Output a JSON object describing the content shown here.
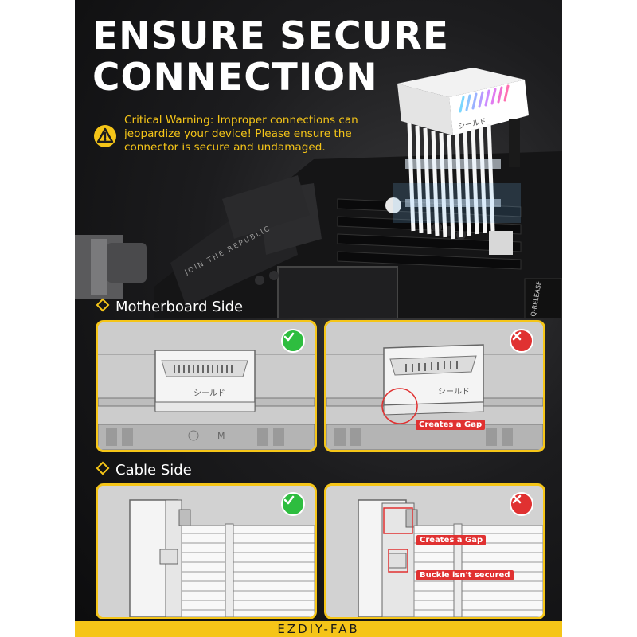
{
  "header": {
    "title_line1": "ENSURE SECURE",
    "title_line2": "CONNECTION",
    "warning_text": "Critical Warning: Improper connections can jeopardize your device! Please ensure the connector is secure and undamaged."
  },
  "hero": {
    "connector_logo": "シールド",
    "board_text": "JOIN THE REPUBLIC",
    "board_side_label": "Q-RELEASE"
  },
  "sections": {
    "motherboard": {
      "title": "Motherboard Side"
    },
    "cable": {
      "title": "Cable Side"
    }
  },
  "panels": {
    "mb_correct": {
      "connector_logo": "シールド"
    },
    "mb_wrong": {
      "connector_logo": "シールド",
      "label": "Creates a Gap"
    },
    "cable_correct": {},
    "cable_wrong": {
      "label_gap": "Creates a Gap",
      "label_buckle": "Buckle isn't secured"
    }
  },
  "footer": {
    "brand": "EZDIY-FAB"
  },
  "colors": {
    "accent": "#f5c518",
    "ok": "#2ebd3f",
    "bad": "#e03131",
    "background": "#1c1c1e"
  },
  "icons": [
    "warning-icon",
    "checkmark-icon",
    "cross-icon",
    "diamond-bullet-icon"
  ]
}
